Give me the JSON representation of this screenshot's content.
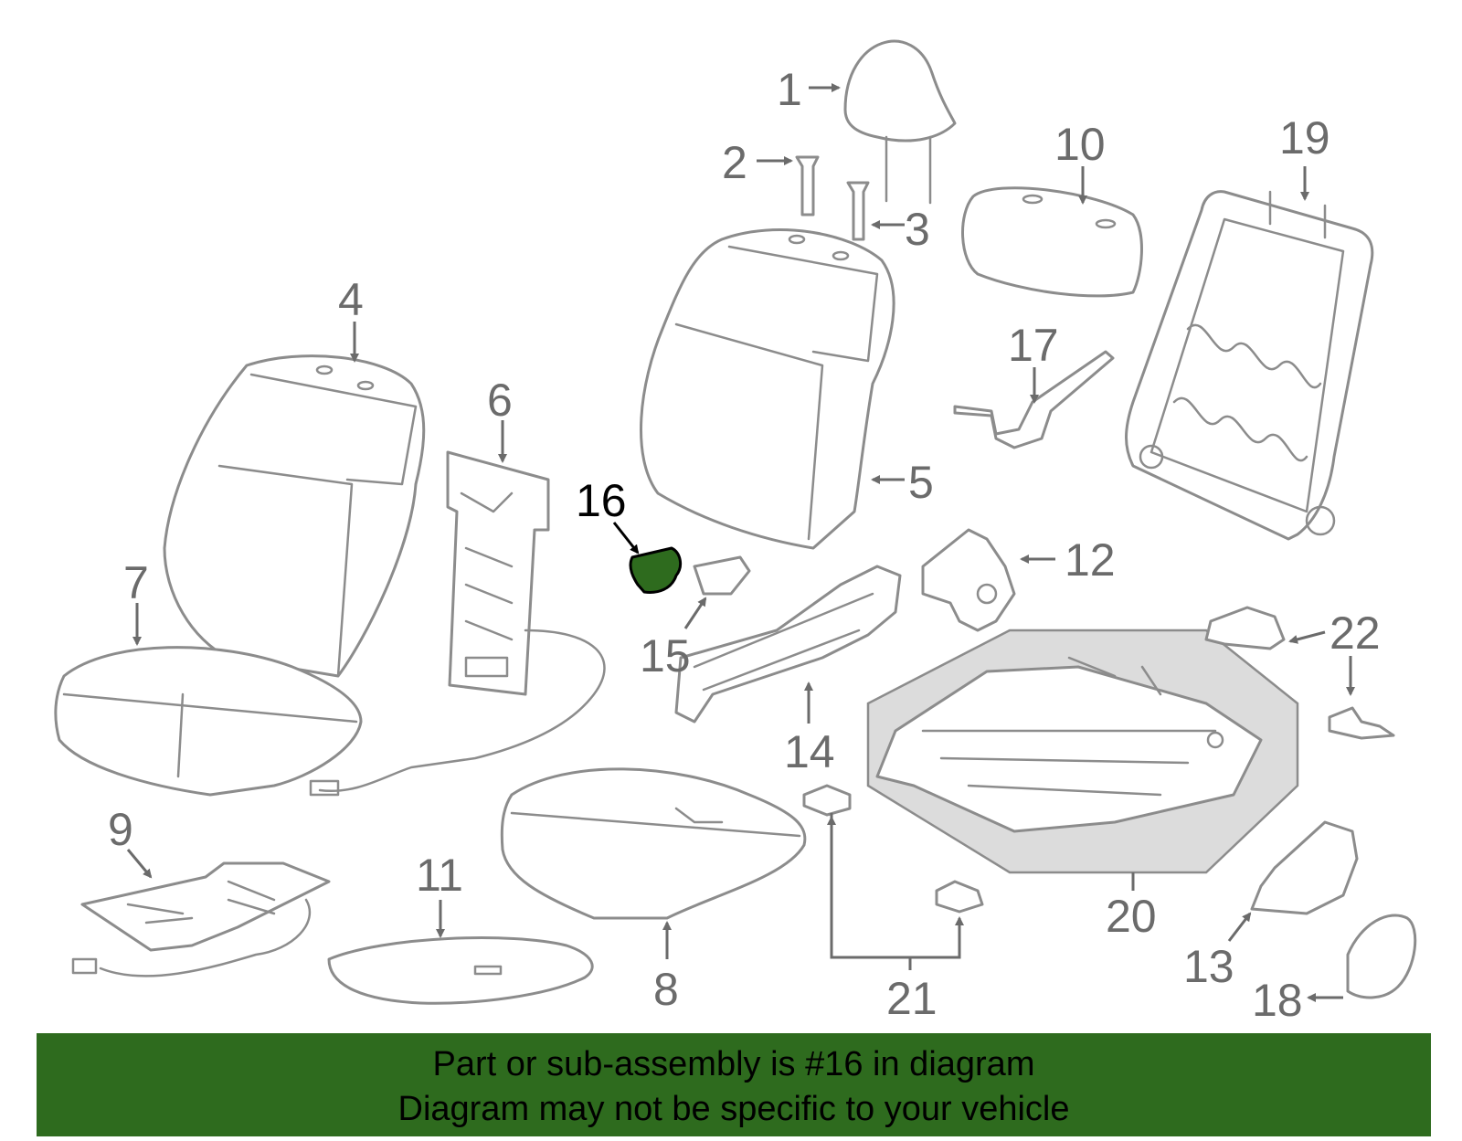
{
  "diagram": {
    "highlighted_part": "16",
    "part_labels": [
      "1",
      "2",
      "3",
      "4",
      "5",
      "6",
      "7",
      "8",
      "9",
      "10",
      "11",
      "12",
      "13",
      "14",
      "15",
      "16",
      "17",
      "18",
      "19",
      "20",
      "21",
      "22"
    ]
  },
  "banner": {
    "line1": "Part or sub-assembly is #16 in diagram",
    "line2": "Diagram may not be specific to your vehicle",
    "background_color": "#2e6b1e"
  },
  "colors": {
    "part_outline": "#8c8c8c",
    "label": "#6b6b6b",
    "highlight_fill": "#2e6b1e"
  }
}
